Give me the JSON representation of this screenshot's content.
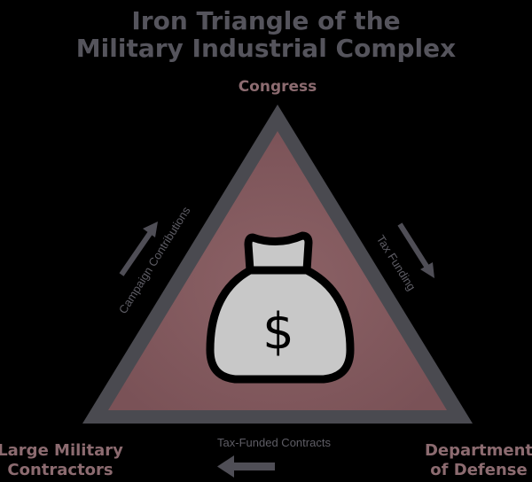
{
  "title": {
    "line1": "Iron Triangle of the",
    "line2": "Military Industrial Complex"
  },
  "nodes": {
    "top": "Congress",
    "bottom_left": {
      "line1": "Large Military",
      "line2": "Contractors"
    },
    "bottom_right": {
      "line1": "Department",
      "line2": "of Defense"
    }
  },
  "edges": {
    "left": "Campaign Contributions",
    "right": "Tax Funding",
    "bottom": "Tax-Funded Contracts"
  },
  "center_icon": {
    "name": "money-bag-icon",
    "symbol": "$"
  },
  "colors": {
    "background": "#000000",
    "triangle_border": "#4a4a50",
    "triangle_fill": "#84595e",
    "bag_fill": "#c8c8c8",
    "node_text": "#8c6b70",
    "title_text": "#55545c",
    "arrow": "#4f4e56"
  }
}
